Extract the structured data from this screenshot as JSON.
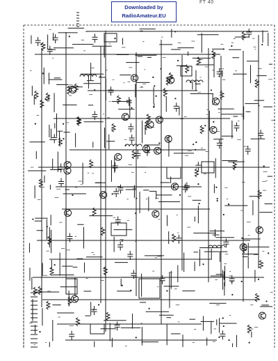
{
  "watermark": {
    "line1": "Downloaded by",
    "line2": "RadioAmateur.EU"
  },
  "model_label": "FT 40",
  "colors": {
    "ink": "#1a1a1a",
    "watermark_border": "#1f2f8f",
    "watermark_text": "#1f2f8f",
    "background": "#ffffff"
  }
}
